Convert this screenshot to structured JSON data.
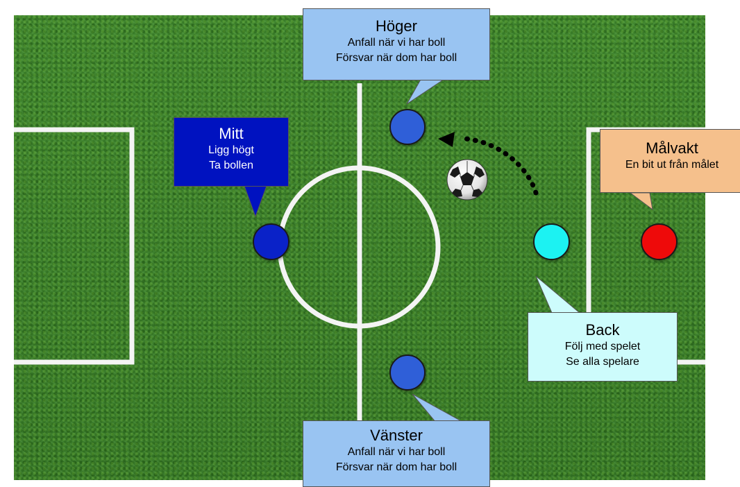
{
  "colors": {
    "field": "#3f8a2c",
    "line": "#ffffff",
    "team_blue": "#2f5fd8",
    "mitt_blue": "#0a22c8",
    "back_cyan": "#1cf2f2",
    "keeper_red": "#ee0a0a",
    "bubble_blue": "#99c4f2",
    "bubble_dark": "#0012c0",
    "bubble_orange": "#f5c08c",
    "bubble_cyan": "#cdfcfc"
  },
  "bubbles": {
    "hoger": {
      "title": "Höger",
      "line1": "Anfall när vi har boll",
      "line2": "Försvar när dom har boll"
    },
    "mitt": {
      "title": "Mitt",
      "line1": "Ligg högt",
      "line2": "Ta bollen"
    },
    "malvakt": {
      "title": "Målvakt",
      "line1": "En bit ut från målet"
    },
    "back": {
      "title": "Back",
      "line1": "Följ med spelet",
      "line2": "Se alla spelare"
    },
    "vanster": {
      "title": "Vänster",
      "line1": "Anfall när vi har boll",
      "line2": "Försvar när dom har boll"
    }
  },
  "icons": {
    "ball": "soccer-ball-icon",
    "arrow": "dotted-curved-arrow"
  }
}
